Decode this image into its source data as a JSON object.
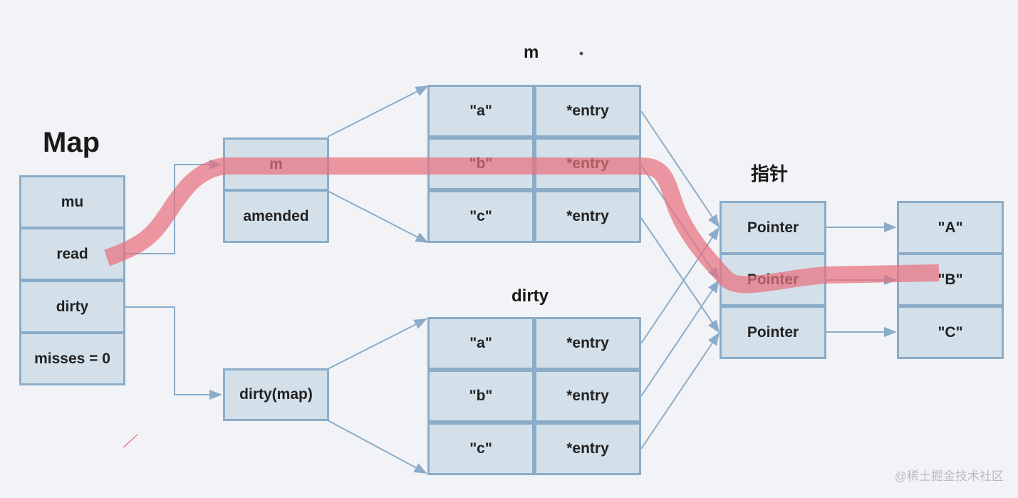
{
  "titles": {
    "map": "Map",
    "m": "m",
    "dirty": "dirty",
    "pointer_group": "指针"
  },
  "map_struct": {
    "mu": "mu",
    "read": "read",
    "dirty": "dirty",
    "misses": "misses = 0"
  },
  "read_struct": {
    "m": "m",
    "amended": "amended"
  },
  "dirty_box": "dirty(map)",
  "m_table": [
    {
      "key": "\"a\"",
      "value": "*entry"
    },
    {
      "key": "\"b\"",
      "value": "*entry"
    },
    {
      "key": "\"c\"",
      "value": "*entry"
    }
  ],
  "dirty_table": [
    {
      "key": "\"a\"",
      "value": "*entry"
    },
    {
      "key": "\"b\"",
      "value": "*entry"
    },
    {
      "key": "\"c\"",
      "value": "*entry"
    }
  ],
  "pointers": [
    "Pointer",
    "Pointer",
    "Pointer"
  ],
  "values": [
    "\"A\"",
    "\"B\"",
    "\"C\""
  ],
  "watermark": "@稀土掘金技术社区",
  "colors": {
    "cell_fill": "#d3e0ea",
    "cell_border": "#8aacc8",
    "arrow": "#8aacc8",
    "highlight_path": "#e8707e",
    "background": "#f2f3f6"
  }
}
